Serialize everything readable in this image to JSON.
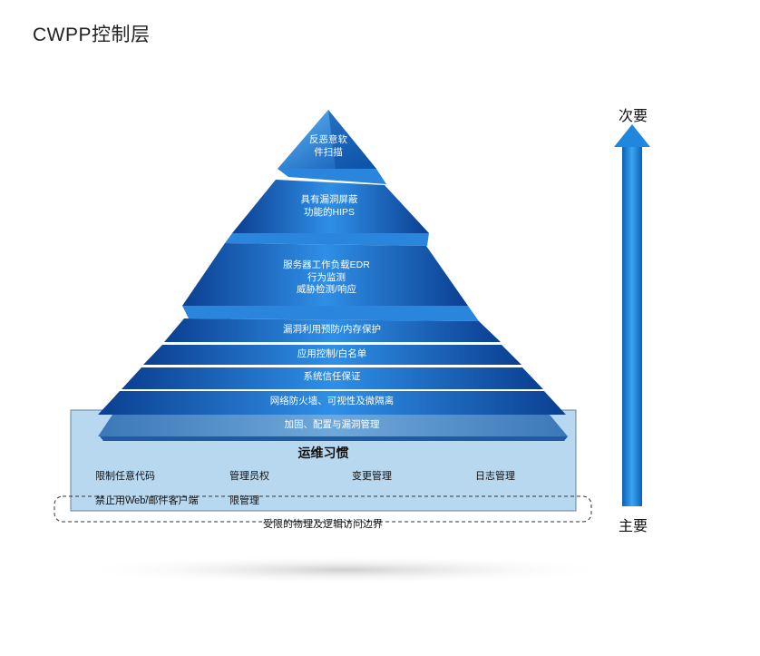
{
  "title": "CWPP控制层",
  "layers": [
    {
      "lines": [
        "反恶意软",
        "件扫描"
      ]
    },
    {
      "lines": [
        "具有漏洞屏蔽",
        "功能的HIPS"
      ]
    },
    {
      "lines": [
        "服务器工作负载EDR",
        "行为监测",
        "威胁检测/响应"
      ]
    },
    {
      "lines": [
        "漏洞利用预防/内存保护"
      ]
    },
    {
      "lines": [
        "应用控制/白名单"
      ]
    },
    {
      "lines": [
        "系统信任保证"
      ]
    },
    {
      "lines": [
        "网络防火墙、可视性及微隔离"
      ]
    },
    {
      "lines": [
        "加固、配置与漏洞管理"
      ]
    }
  ],
  "base": {
    "title": "运维习惯",
    "items": [
      "限制任意代码",
      "管理员权",
      "变更管理",
      "日志管理",
      "禁止用Web/邮件客户端",
      "限管理"
    ]
  },
  "boundary_label": "受限的物理及逻辑访问边界",
  "axis": {
    "top_label": "次要",
    "bottom_label": "主要"
  },
  "colors": {
    "layer_dark": "#0a4fa8",
    "layer_light": "#2f8fe6",
    "base_fill": "#b8d8f0",
    "arrow": "#1f87dd"
  }
}
